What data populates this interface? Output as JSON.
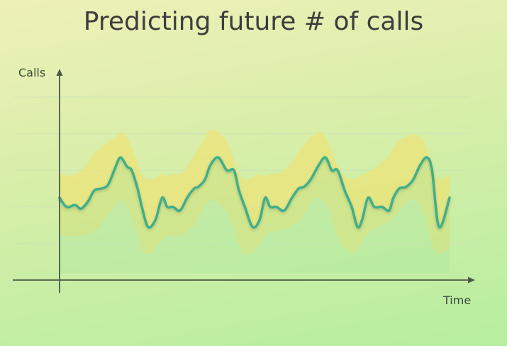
{
  "chart_data": {
    "type": "line",
    "title": "Predicting future # of calls",
    "xlabel": "Time",
    "ylabel": "Calls",
    "xlim": [
      0,
      100
    ],
    "ylim": [
      0,
      100
    ],
    "grid": true,
    "gridlines": [
      20,
      40,
      60,
      80,
      100
    ],
    "colors": {
      "line": "#3fae8a",
      "band": "#f2e070",
      "grid": "#cfe3b8",
      "axis": "#4a5a4a",
      "title": "#3d3d3d"
    },
    "series": [
      {
        "x": [
          0,
          1.8,
          4,
          5.5,
          7.3,
          8.9,
          10.7,
          12.4,
          14.2,
          15.6,
          17.3,
          18.5,
          20,
          21.1,
          22.7,
          24.6,
          26.3,
          27.6,
          29.1,
          30.9,
          32.7,
          34.5,
          35.6,
          37.3,
          38.7,
          40.7,
          42.9,
          44.7,
          46,
          47.5,
          49.5,
          51.3,
          52.7,
          54,
          55.6,
          57.6,
          59.6,
          61.3,
          62.7,
          64.4,
          66.5,
          68.2,
          69.8,
          71.3,
          73.1,
          74.9,
          76.4,
          77.6,
          79.1,
          80.7,
          82.7,
          84.5,
          85.6,
          87.1,
          88.9,
          90.7,
          92.5,
          94.2,
          95.5,
          97.3,
          100
        ],
        "y": [
          45,
          40,
          41,
          39,
          43,
          49,
          50,
          52,
          61,
          67,
          62,
          60,
          50,
          40,
          29,
          33,
          45,
          40,
          40,
          38,
          45,
          50,
          51,
          55,
          63,
          67,
          60,
          60,
          49,
          40,
          29,
          33,
          45,
          40,
          40,
          38,
          45,
          50,
          51,
          55,
          63,
          67,
          60,
          60,
          49,
          40,
          29,
          33,
          45,
          40,
          40,
          38,
          45,
          50,
          51,
          55,
          63,
          67,
          60,
          29,
          45
        ],
        "upper": [
          58,
          57,
          58,
          60,
          64,
          70,
          72,
          76,
          78,
          81,
          78,
          72,
          64,
          58,
          55,
          56,
          58,
          57,
          58,
          58,
          62,
          68,
          72,
          78,
          82,
          81,
          76,
          66,
          58,
          55,
          56,
          58,
          57,
          58,
          58,
          60,
          64,
          70,
          74,
          78,
          81,
          78,
          70,
          62,
          57,
          55,
          56,
          58,
          59,
          61,
          64,
          68,
          72,
          76,
          78,
          80,
          78,
          72,
          62,
          55,
          58
        ],
        "lower": [
          25,
          24,
          24,
          24,
          25,
          27,
          30,
          36,
          40,
          44,
          40,
          34,
          25,
          17,
          14,
          17,
          22,
          24,
          24,
          24,
          26,
          30,
          34,
          40,
          44,
          42,
          37,
          28,
          20,
          14,
          15,
          19,
          24,
          26,
          27,
          28,
          30,
          32,
          36,
          42,
          45,
          42,
          34,
          24,
          17,
          15,
          16,
          20,
          25,
          28,
          30,
          32,
          34,
          38,
          42,
          44,
          40,
          30,
          20,
          14,
          18
        ]
      }
    ]
  }
}
